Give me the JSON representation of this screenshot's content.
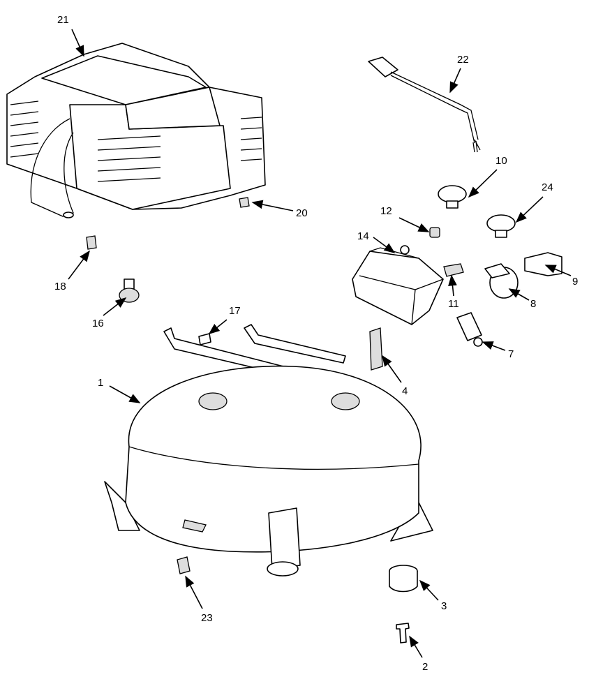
{
  "callouts": [
    "21",
    "22",
    "10",
    "24",
    "20",
    "12",
    "14",
    "9",
    "18",
    "11",
    "8",
    "16",
    "17",
    "7",
    "4",
    "1",
    "23",
    "3",
    "2"
  ]
}
